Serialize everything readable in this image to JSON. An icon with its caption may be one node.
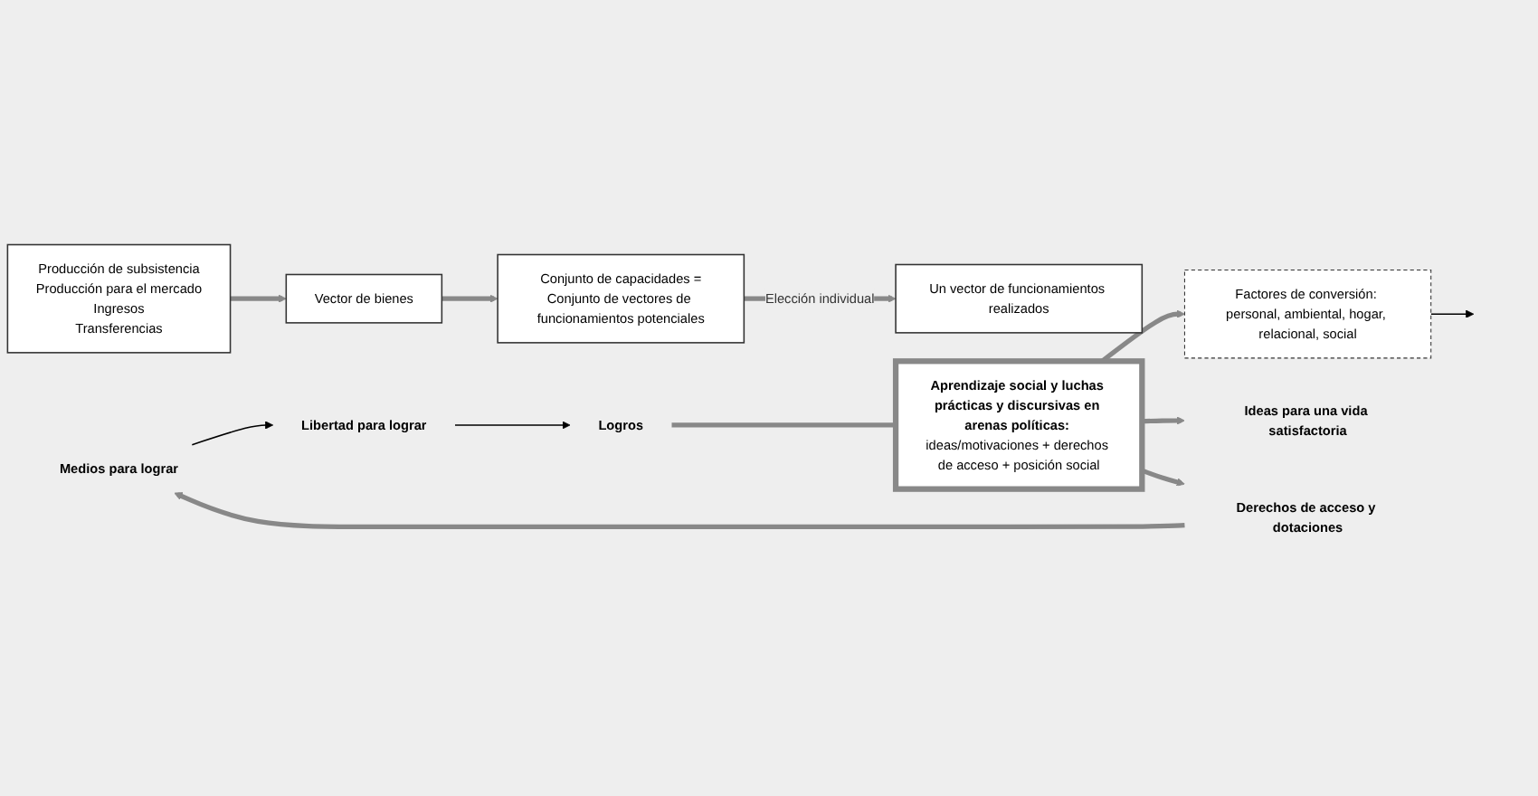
{
  "diagram": {
    "nodes": [
      {
        "text": [
          "Producción de subsistencia",
          "Producción para el mercado",
          "Ingresos",
          "Transferencias"
        ]
      },
      {
        "text": [
          "Vector de bienes"
        ]
      },
      {
        "text": [
          "Conjunto de capacidades =",
          "Conjunto de vectores de funcionamientos potenciales"
        ]
      },
      {
        "text": [
          "Un vector de funcionamientos realizados"
        ]
      },
      {
        "text": [
          "Factores de conversión: personal, ambiental, hogar, relacional, social"
        ]
      },
      {
        "text": [
          "Medios para lograr"
        ]
      },
      {
        "text": [
          "Libertad para lograr"
        ]
      },
      {
        "text": [
          "Logros"
        ]
      },
      {
        "text": [
          "Derechos de acceso y dotaciones"
        ]
      },
      {
        "text": [
          "**Aprendizaje social y luchas prácticas y discursivas en arenas políticas:** ideas/motivaciones + derechos de acceso + posición social"
        ]
      },
      {
        "text": [
          "Ideas para una vida satisfactoria"
        ]
      }
    ],
    "edges": [
      {
        "from": 0,
        "to": 1,
        "arrow": "to"
      },
      {
        "from": 1,
        "to": 2,
        "arrow": "to"
      },
      {
        "from": 4,
        "to": null,
        "arrow": "to",
        "color": "#000000"
      },
      {
        "from": 2,
        "to": 3,
        "arrow": "to",
        "label": "Elección individual"
      },
      {
        "from": 5,
        "to": 6,
        "arrow": "to",
        "color": "#000000"
      },
      {
        "from": 6,
        "to": 7,
        "arrow": "to",
        "color": "#000000"
      },
      {
        "from": 9,
        "to": 4,
        "arrow": "to"
      },
      {
        "from": 9,
        "to": 10,
        "arrow": "to"
      },
      {
        "from": 9,
        "to": 8,
        "arrow": "to"
      },
      {
        "from": 7,
        "to": 9,
        "arrow": "none"
      },
      {
        "from": 8,
        "to": 5,
        "arrow": "to"
      }
    ]
  }
}
